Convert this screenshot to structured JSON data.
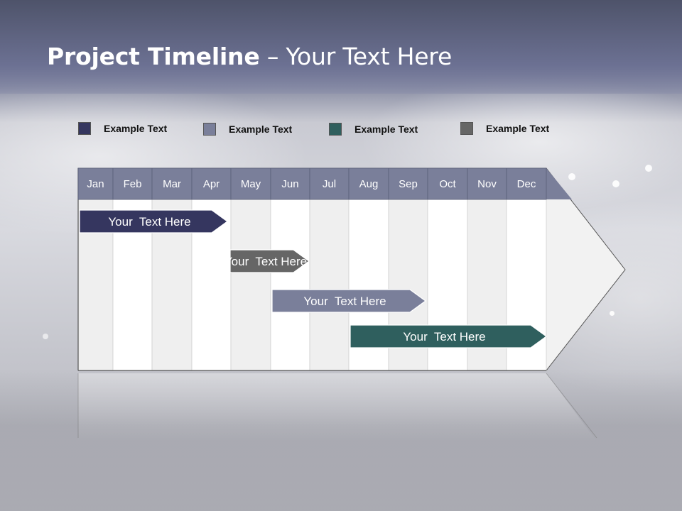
{
  "title": {
    "bold": "Project Timeline",
    "rest": " – Your Text Here"
  },
  "legend": [
    {
      "label": "Example Text",
      "color": "#35365f"
    },
    {
      "label": "Example Text",
      "color": "#7a7f9a"
    },
    {
      "label": "Example Text",
      "color": "#2f5f5e"
    },
    {
      "label": "Example Text",
      "color": "#666666"
    }
  ],
  "months": [
    "Jan",
    "Feb",
    "Mar",
    "Apr",
    "May",
    "Jun",
    "Jul",
    "Aug",
    "Sep",
    "Oct",
    "Nov",
    "Dec"
  ],
  "colors": {
    "header": "#7a7f9a",
    "col_a": "#efefef",
    "col_b": "#ffffff",
    "arrow": "#f2f2f2",
    "border": "#555555"
  },
  "tasks": [
    {
      "label": "Your  Text Here",
      "start_month": "Jan",
      "end_month": "Apr",
      "color": "#35365f"
    },
    {
      "label": "Your  Text Here",
      "start_month": "Apr",
      "end_month": "Jun",
      "color": "#666666"
    },
    {
      "label": "Your  Text Here",
      "start_month": "Jun",
      "end_month": "Sep",
      "color": "#7a7f9a"
    },
    {
      "label": "Your  Text Here",
      "start_month": "Aug",
      "end_month": "Dec",
      "color": "#2f5f5e"
    }
  ]
}
